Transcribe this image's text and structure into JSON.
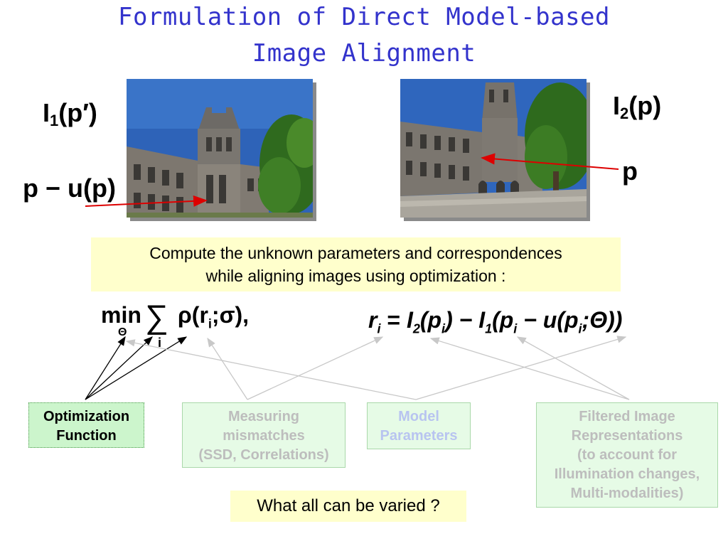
{
  "title": {
    "line1": "Formulation of Direct Model-based",
    "line2": "Image Alignment"
  },
  "labels": {
    "i1_base": "I",
    "i1_sub": "1",
    "i1_arg": "(p′)",
    "i2_base": "I",
    "i2_sub": "2",
    "i2_arg": "(p)",
    "p_minus_u": "p − u(p)",
    "p": "p"
  },
  "images": {
    "left": "campus-building-photo",
    "right": "campus-building-photo"
  },
  "note": {
    "line1": "Compute the unknown parameters and correspondences",
    "line2": "while aligning images using optimization :"
  },
  "formula_left": {
    "min": "min",
    "theta": "Θ",
    "sum": "∑",
    "i": "i",
    "rho": "ρ(r",
    "rho_sub": "i",
    "rho_end": ";σ),"
  },
  "formula_right": {
    "r": "r",
    "r_sub": "i",
    "eq": " = ",
    "I2": "I",
    "I2_sub": "2",
    "p1": "(p",
    "p1_sub": "i",
    "mid": ") − ",
    "I1": "I",
    "I1_sub": "1",
    "p2": "(p",
    "p2_sub": "i",
    "minus_u": " − u(p",
    "p3_sub": "i",
    "end": ";Θ))"
  },
  "boxes": {
    "optimization": [
      "Optimization",
      "Function"
    ],
    "measuring": [
      "Measuring",
      "mismatches",
      "(SSD, Correlations)"
    ],
    "model": [
      "Model",
      "Parameters"
    ],
    "filtered": [
      "Filtered Image",
      "Representations",
      "(to account for",
      "Illumination changes,",
      "Multi-modalities)"
    ]
  },
  "question": "What all can be varied ?",
  "colors": {
    "title": "#3333cc",
    "note_bg": "#ffffcc",
    "box_bg": "#ccf5cc",
    "red_arrow": "#dd0000"
  }
}
